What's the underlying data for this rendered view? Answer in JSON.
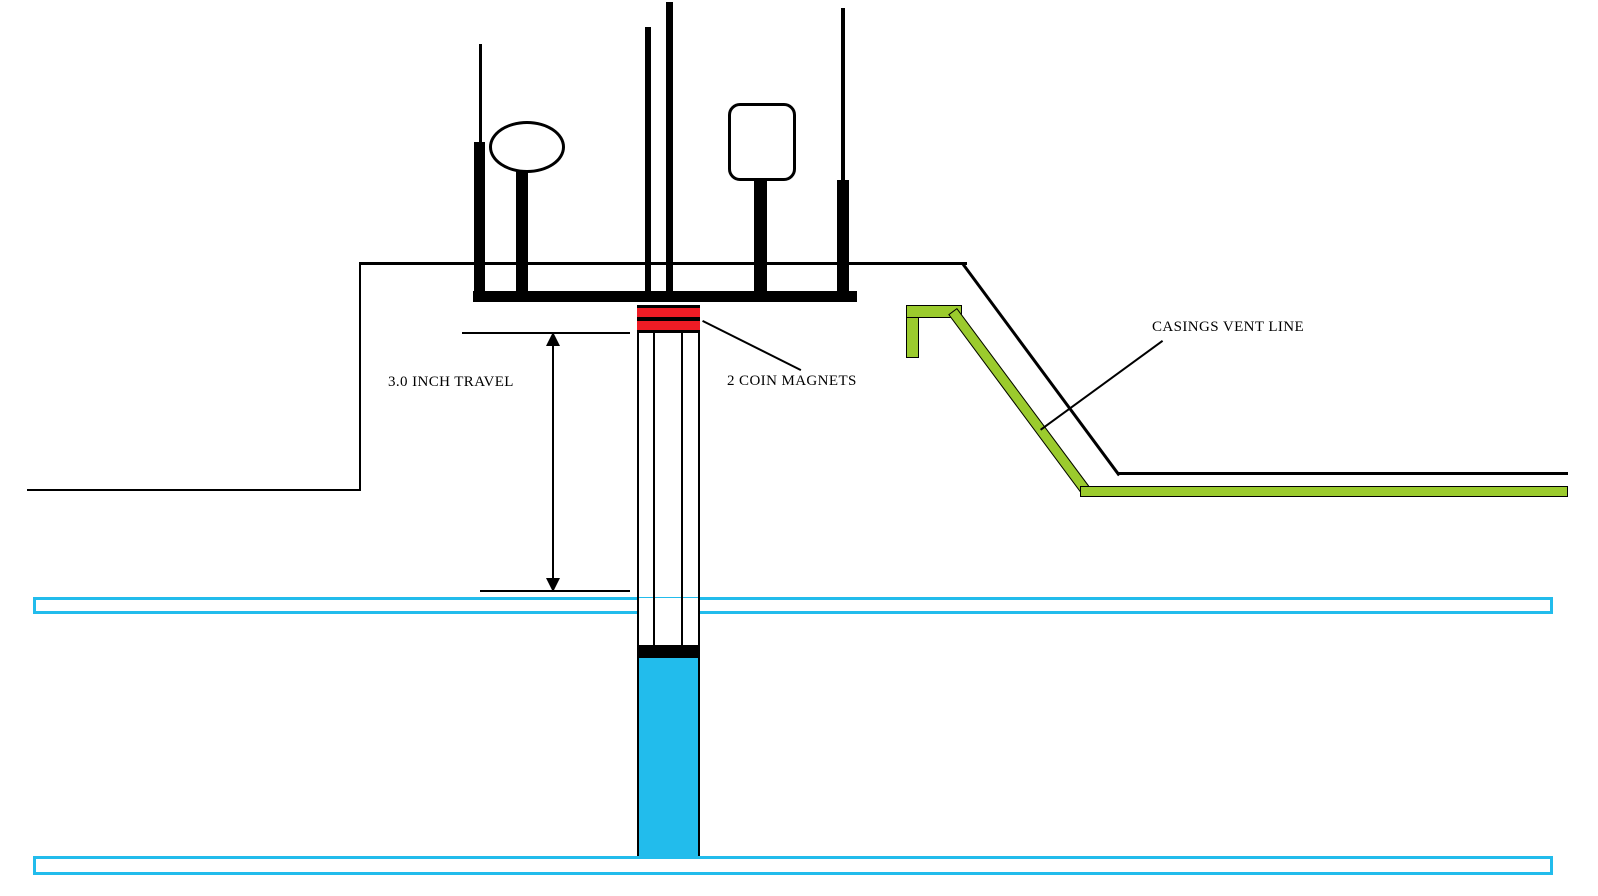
{
  "labels": {
    "travel": "3.0 INCH TRAVEL",
    "magnets": "2 COIN MAGNETS",
    "vent": "CASINGS VENT LINE"
  },
  "colors": {
    "magnet_red": "#ee1c25",
    "vent_green": "#9bcb2d",
    "water_cyan": "#22bcec",
    "line_black": "#000000",
    "background": "#ffffff"
  }
}
